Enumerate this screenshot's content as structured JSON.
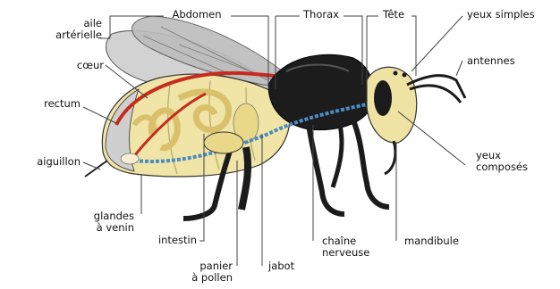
{
  "diagram": {
    "labels": {
      "aorta": "aile\nartérielle",
      "heart": "cœur",
      "rectum": "rectum",
      "stinger": "aiguillon",
      "venom_glands": "glandes\nà venin",
      "intestine": "intestin",
      "pollen_basket": "panier\nà pollen",
      "crop": "jabot",
      "nerve_cord": "chaîne\nnerveuse",
      "mandible": "mandibule",
      "compound_eyes": "yeux\ncomposés",
      "antennae": "antennes",
      "simple_eyes": "yeux simples",
      "head": "Tête",
      "thorax": "Thorax",
      "abdomen": "Abdomen"
    },
    "colors": {
      "body_yellow": "#efe3a3",
      "body_black": "#1b1b1b",
      "organ_red": "#c62b1e",
      "nerve_blue": "#4a8cc4",
      "wing_gray": "#c8c8c8",
      "label_text": "#111111",
      "leader_line": "#444444"
    }
  }
}
